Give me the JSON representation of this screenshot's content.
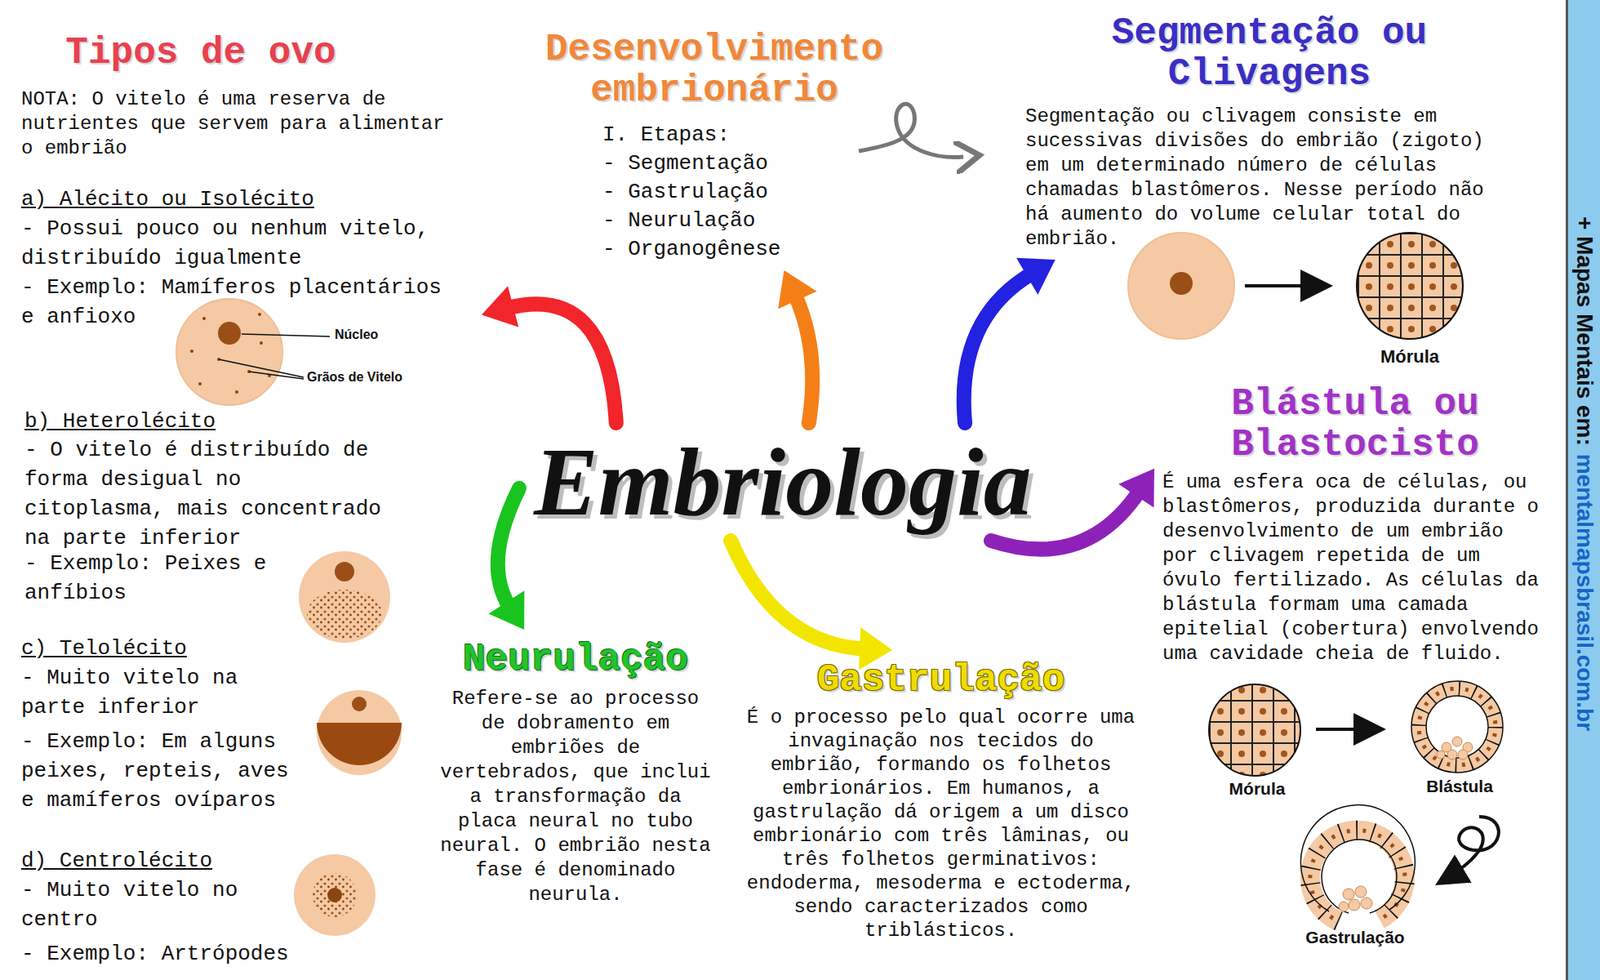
{
  "diagram": {
    "nodes": [
      {
        "text": [
          "Embriologia"
        ]
      },
      {
        "text": [
          "Tipos de ovo",
          "NOTA: O vitelo é uma reserva de nutrientes que servem para alimentar o embrião",
          "a) Alécito ou Isolécito",
          "- Possui pouco ou nenhum vitelo, distribuído igualmente",
          "- Exemplo: Mamíferos placentários e anfioxo",
          "b) Heterolécito",
          "- O vitelo é distribuído de forma desigual no citoplasma, mais concentrado na parte inferior",
          "- Exemplo: Peixes e anfíbios",
          "c) Telolécito",
          "- Muito vitelo na parte inferior",
          "- Exemplo: Em alguns peixes, repteis, aves e mamíferos ovíparos",
          "d) Centrolécito",
          "- Muito vitelo no centro",
          "- Exemplo: Artrópodes"
        ]
      },
      {
        "text": [
          "Desenvolvimento embrionário",
          "I. Etapas:",
          "- Segmentação",
          "- Gastrulação",
          "- Neurulação",
          "- Organogênese"
        ]
      },
      {
        "text": [
          "Segmentação ou Clivagens",
          "Segmentação ou clivagem consiste em sucessivas divisões do embrião (zigoto) em um determinado número de células chamadas blastômeros. Nesse período não há aumento do volume celular total do embrião."
        ]
      },
      {
        "text": [
          "Blástula ou Blastocisto",
          "É uma esfera oca de células, ou blastômeros, produzida durante o desenvolvimento de um embrião por clivagem repetida de um óvulo fertilizado. As células da blástula formam uma camada epitelial (cobertura) envolvendo uma cavidade cheia de fluido."
        ]
      },
      {
        "text": [
          "Gastrulação",
          "É o processo pelo qual ocorre uma invaginação nos tecidos do embrião, formando os folhetos embrionários. Em humanos, a gastrulação dá origem a um disco embrionário com três lâminas, ou três folhetos germinativos: endoderma, mesoderma e ectoderma, sendo caracterizados como triblásticos."
        ]
      },
      {
        "text": [
          "Neurulação",
          "Refere-se ao processo de dobramento em embriões de vertebrados, que inclui a transformação da placa neural no tubo neural. O embrião nesta fase é denominado neurula."
        ]
      }
    ],
    "edges": [
      {
        "from": 0,
        "to": 1,
        "arrow": "to"
      },
      {
        "from": 0,
        "to": 2,
        "arrow": "to"
      },
      {
        "from": 0,
        "to": 3,
        "arrow": "to"
      },
      {
        "from": 0,
        "to": 4,
        "arrow": "to"
      },
      {
        "from": 0,
        "to": 5,
        "arrow": "to"
      },
      {
        "from": 0,
        "to": 6,
        "arrow": "to"
      }
    ],
    "labels": [
      "Núcleo",
      "Grãos de Vitelo",
      "Mórula",
      "Mórula",
      "Blástula",
      "Gastrulação",
      "+ Mapas Mentais em:",
      "mentalmapsbrasil.com.br"
    ]
  }
}
